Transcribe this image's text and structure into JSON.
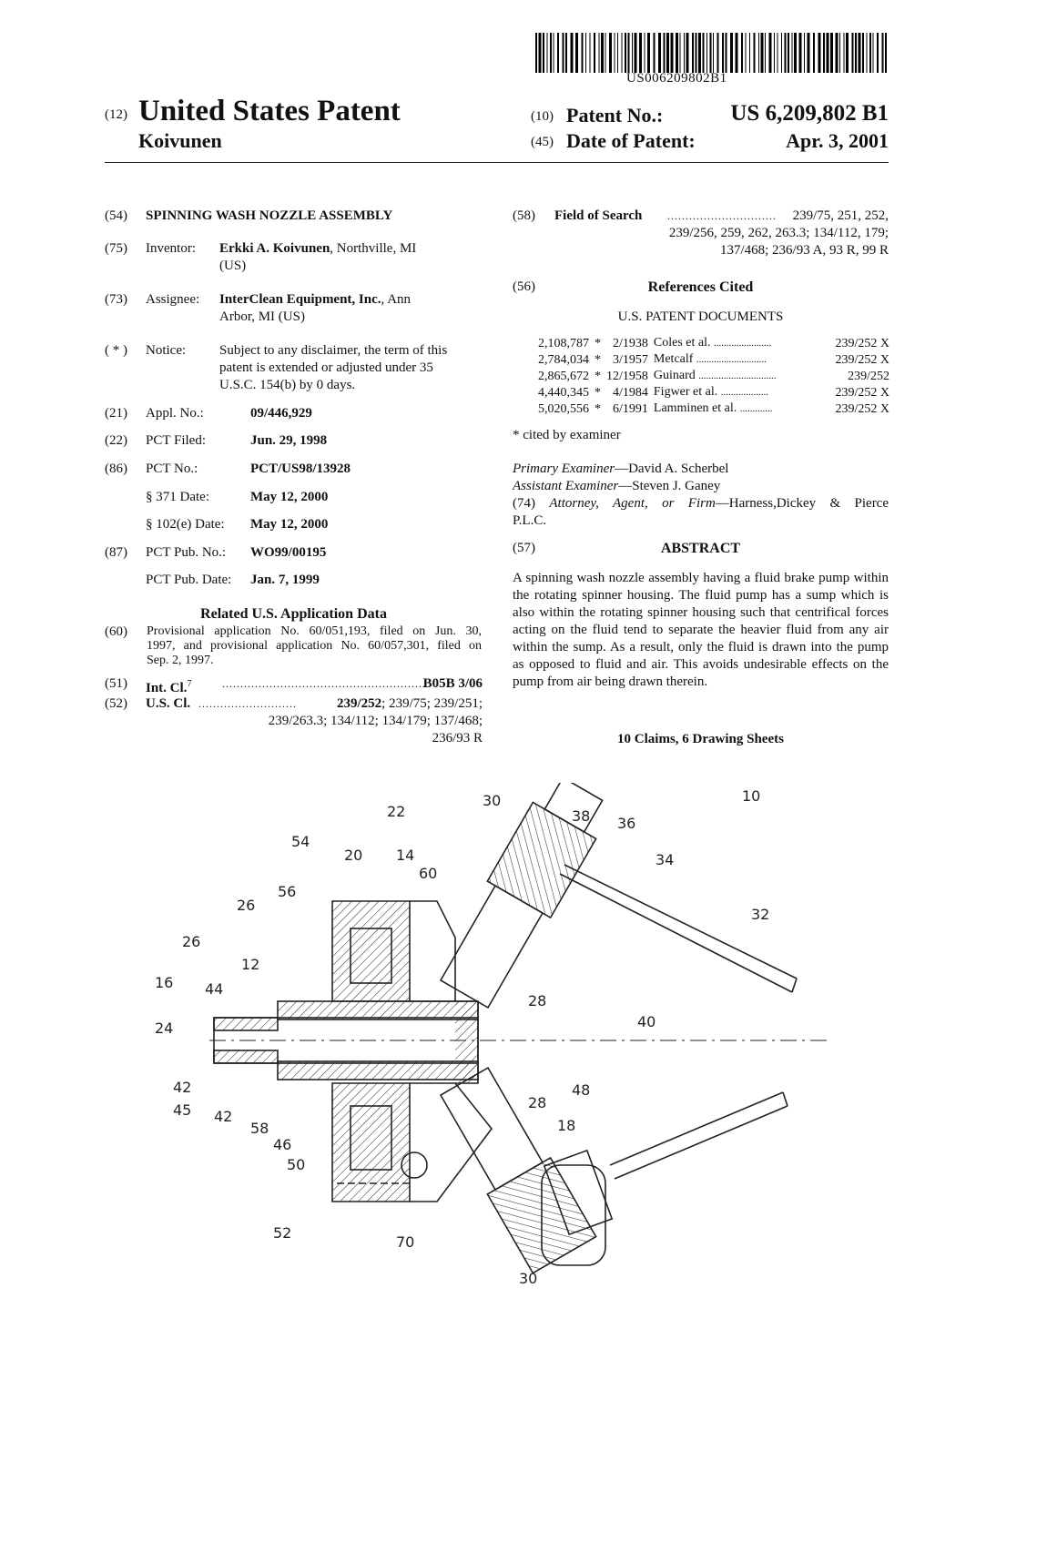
{
  "header": {
    "barcode_number": "US006209802B1",
    "code12": "(12)",
    "doc_type": "United States Patent",
    "inventor_short": "Koivunen",
    "code10": "(10)",
    "patent_no_label": "Patent No.:",
    "patent_no": "US 6,209,802 B1",
    "code45": "(45)",
    "date_label": "Date of Patent:",
    "date": "Apr. 3, 2001"
  },
  "left": {
    "title": {
      "code": "(54)",
      "text": "SPINNING WASH NOZZLE ASSEMBLY"
    },
    "inventor": {
      "code": "(75)",
      "label": "Inventor:",
      "name": "Erkki A. Koivunen",
      "rest": ", Northville, MI",
      "line2": "(US)"
    },
    "assignee": {
      "code": "(73)",
      "label": "Assignee:",
      "name": "InterClean Equipment, Inc.",
      "rest": ", Ann",
      "line2": "Arbor, MI (US)"
    },
    "notice": {
      "code": "( * )",
      "label": "Notice:",
      "line1": "Subject to any disclaimer, the term of this",
      "line2": "patent is extended or adjusted under 35",
      "line3": "U.S.C. 154(b) by 0 days."
    },
    "appl": {
      "code": "(21)",
      "label": "Appl. No.:",
      "value": "09/446,929"
    },
    "pct_filed": {
      "code": "(22)",
      "label": "PCT Filed:",
      "value": "Jun. 29, 1998"
    },
    "pct_no": {
      "code": "(86)",
      "label": "PCT No.:",
      "value": "PCT/US98/13928"
    },
    "s371": {
      "label": "§ 371 Date:",
      "value": "May 12, 2000"
    },
    "s102": {
      "label": "§ 102(e) Date:",
      "value": "May 12, 2000"
    },
    "pct_pub_no": {
      "code": "(87)",
      "label": "PCT Pub. No.:",
      "value": "WO99/00195"
    },
    "pct_pub_date": {
      "label": "PCT Pub. Date:",
      "value": "Jan. 7, 1999"
    },
    "related_heading": "Related U.S. Application Data",
    "provisional": {
      "code": "(60)",
      "line1": "Provisional application No. 60/051,193, filed on Jun. 30,",
      "line2": "1997, and provisional application No. 60/057,301, filed on",
      "line3": "Sep. 2, 1997."
    },
    "int_cl": {
      "code": "(51)",
      "label": "Int. Cl.",
      "sup": "7",
      "dots": "........................................................",
      "value": "B05B 3/06"
    },
    "us_cl": {
      "code": "(52)",
      "label": "U.S. Cl.",
      "dots": "...........................",
      "bold_value": "239/252",
      "rest1": "; 239/75; 239/251;",
      "line2": "239/263.3; 134/112; 134/179; 137/468;",
      "line3": "236/93 R"
    }
  },
  "right": {
    "field_search": {
      "code": "(58)",
      "label": "Field of Search",
      "dots": "..............................",
      "line1": "239/75, 251, 252,",
      "line2": "239/256, 259, 262, 263.3; 134/112, 179;",
      "line3": "137/468; 236/93 A, 93 R, 99 R"
    },
    "refs_code": "(56)",
    "refs_heading": "References Cited",
    "refs_sub": "U.S. PATENT DOCUMENTS",
    "references": [
      {
        "number": "2,108,787",
        "star": "*",
        "date": "2/1938",
        "name": "Coles et al.",
        "dots": ".......................",
        "cls": "239/252 X"
      },
      {
        "number": "2,784,034",
        "star": "*",
        "date": "3/1957",
        "name": "Metcalf",
        "dots": "............................",
        "cls": "239/252 X"
      },
      {
        "number": "2,865,672",
        "star": "*",
        "date": "12/1958",
        "name": "Guinard",
        "dots": "...............................",
        "cls": "239/252"
      },
      {
        "number": "4,440,345",
        "star": "*",
        "date": "4/1984",
        "name": "Figwer et al.",
        "dots": "...................",
        "cls": "239/252 X"
      },
      {
        "number": "5,020,556",
        "star": "*",
        "date": "6/1991",
        "name": "Lamminen et al.",
        "dots": ".............",
        "cls": "239/252 X"
      }
    ],
    "cited_note": "* cited by examiner",
    "primary_label": "Primary Examiner",
    "primary": "—David A. Scherbel",
    "assistant_label": "Assistant Examiner",
    "assistant": "—Steven J. Ganey",
    "attorney_code": "(74)",
    "attorney_label": "Attorney, Agent, or Firm",
    "attorney": "—Harness,Dickey & Pierce",
    "attorney_line2": "P.L.C.",
    "abstract_code": "(57)",
    "abstract_heading": "ABSTRACT",
    "abstract": "A spinning wash nozzle assembly having a fluid brake pump within the rotating spinner housing. The fluid pump has a sump which is also within the rotating spinner housing such that centrifical forces acting on the fluid tend to separate the heavier fluid from any air within the sump. As a result, only the fluid is drawn into the pump as opposed to fluid and air. This avoids undesirable effects on the pump from air being drawn therein.",
    "claims": "10 Claims, 6 Drawing Sheets"
  },
  "drawing_labels": [
    "10",
    "12",
    "14",
    "16",
    "18",
    "20",
    "22",
    "24",
    "26",
    "26",
    "28",
    "28",
    "30",
    "30",
    "32",
    "34",
    "36",
    "38",
    "40",
    "42",
    "42",
    "44",
    "45",
    "46",
    "48",
    "50",
    "52",
    "54",
    "56",
    "58",
    "60",
    "70"
  ]
}
